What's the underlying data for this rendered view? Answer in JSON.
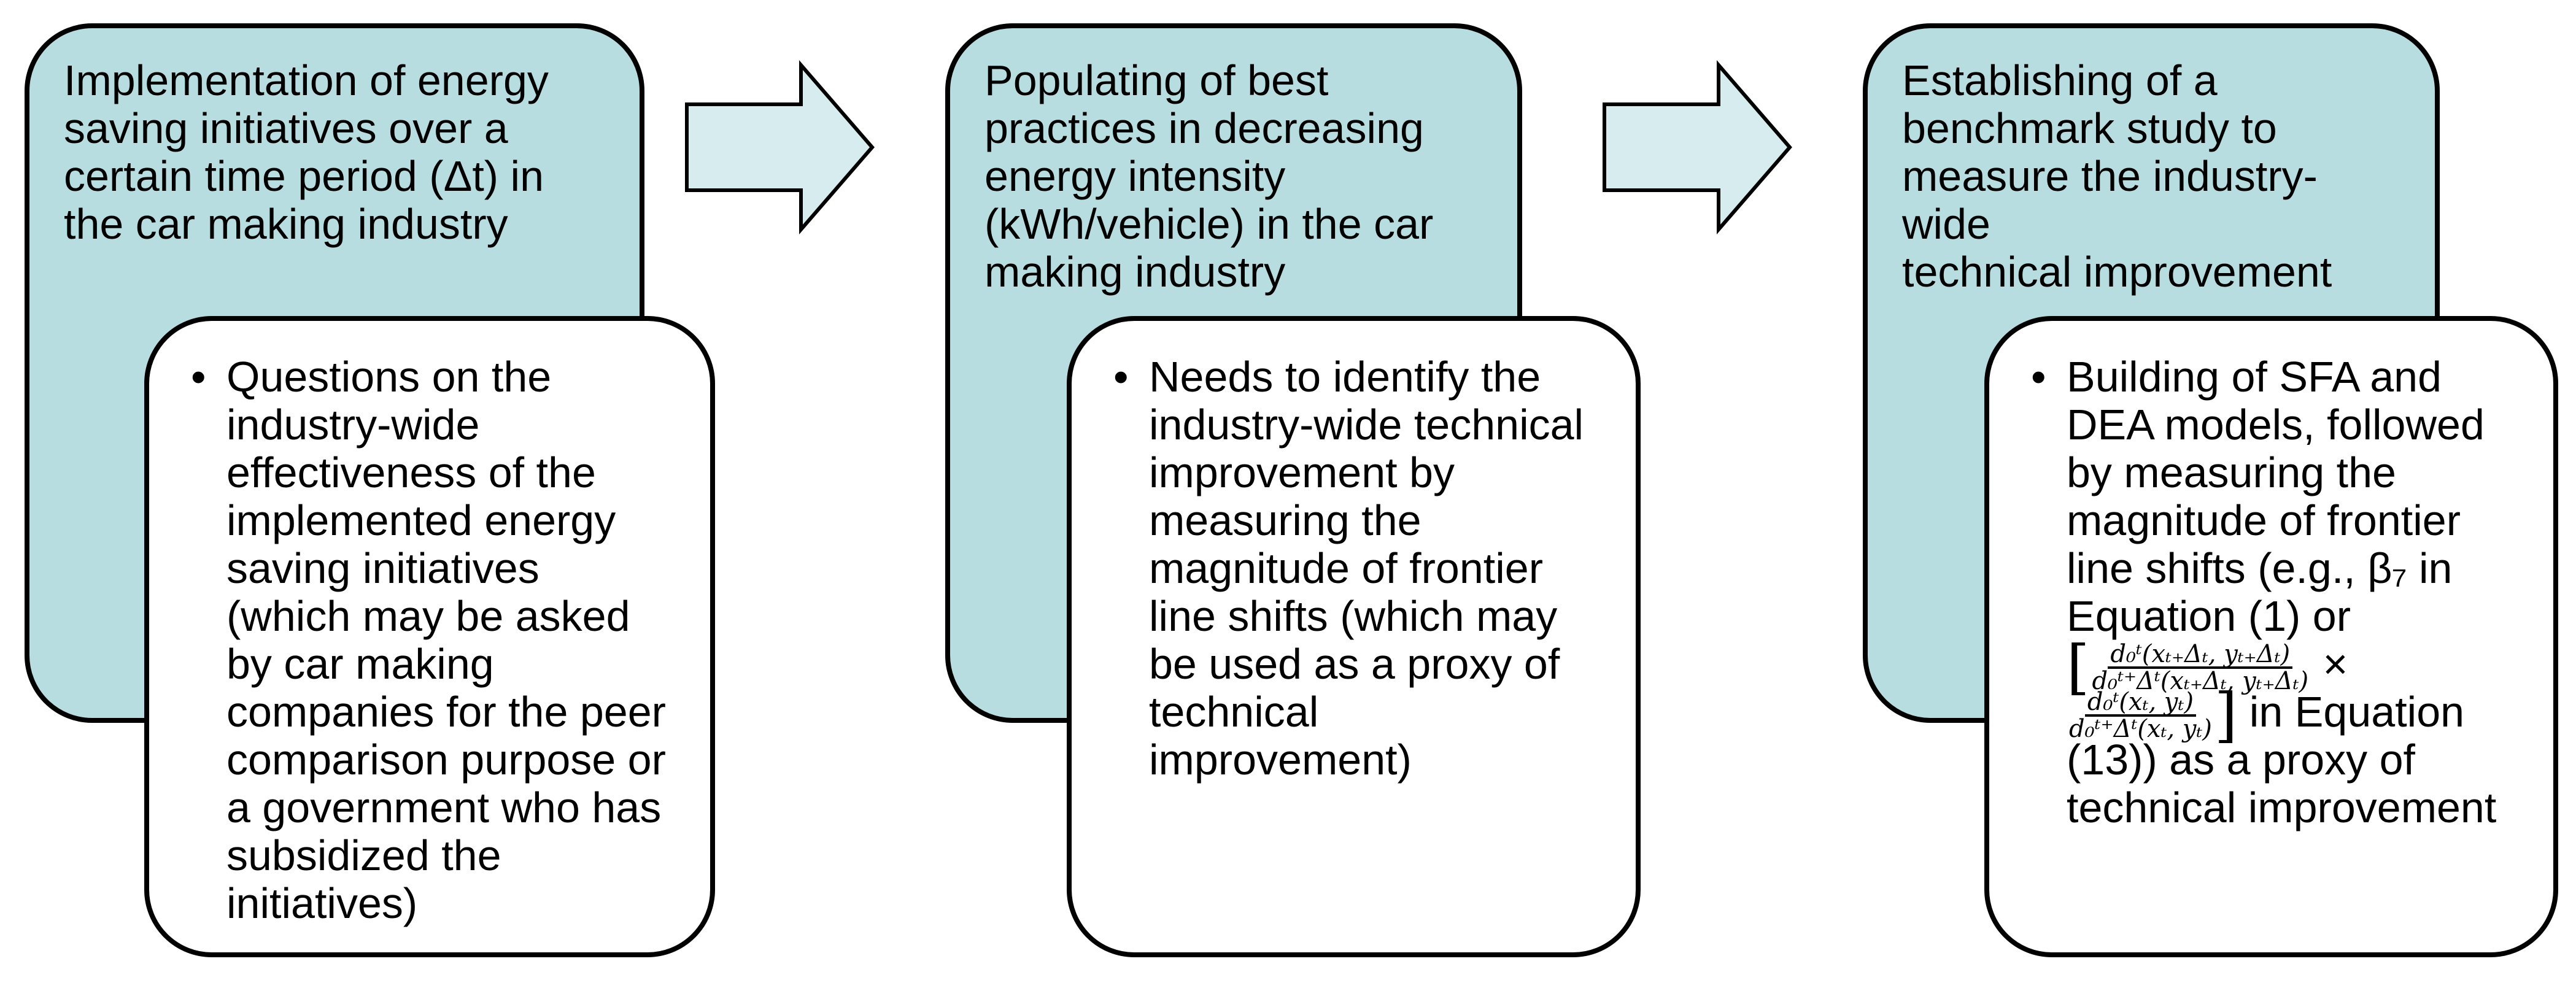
{
  "stages": [
    {
      "title_lines": [
        "Implementation of energy",
        "saving initiatives over a",
        "certain time period (Δt) in",
        "the car making industry"
      ],
      "bullet_lines": [
        "Questions on the",
        "industry-wide",
        "effectiveness of the",
        "implemented energy",
        "saving initiatives",
        "(which may be asked",
        "by car making",
        "companies for the peer",
        "comparison purpose or",
        "a government who has",
        "subsidized the",
        "initiatives)"
      ]
    },
    {
      "title_lines": [
        "Populating of best",
        "practices in decreasing",
        "energy intensity",
        "(kWh/vehicle) in the car",
        "making industry"
      ],
      "bullet_lines": [
        "Needs to identify the",
        "industry-wide technical",
        "improvement by",
        "measuring the",
        "magnitude of frontier",
        "line shifts (which may",
        "be used as a proxy of",
        "technical",
        "improvement)"
      ]
    },
    {
      "title_lines": [
        "Establishing of a",
        "benchmark study to",
        "measure the industry-wide",
        "technical improvement"
      ],
      "bullet_lines_before_equation": [
        "Building of SFA and",
        "DEA models, followed",
        "by measuring the",
        "magnitude of frontier",
        "line shifts (e.g., β₇ in",
        "Equation (1) or"
      ],
      "equation": {
        "frac1_num": "d₀ᵗ(xₜ₊Δₜ, yₜ₊Δₜ)",
        "frac1_den": "d₀ᵗ⁺Δᵗ(xₜ₊Δₜ, yₜ₊Δₜ)",
        "times": "×",
        "frac2_num": "d₀ᵗ(xₜ, yₜ)",
        "frac2_den": "d₀ᵗ⁺Δᵗ(xₜ, yₜ)",
        "after": "in Equation"
      },
      "bullet_lines_after_equation": [
        "(13)) as a proxy of",
        "technical improvement"
      ]
    }
  ],
  "bullet_glyph": "•",
  "colors": {
    "back_card_fill": "#b8dde0",
    "front_card_fill": "#ffffff",
    "arrow_fill": "#d6ecee",
    "outline": "#000000"
  }
}
